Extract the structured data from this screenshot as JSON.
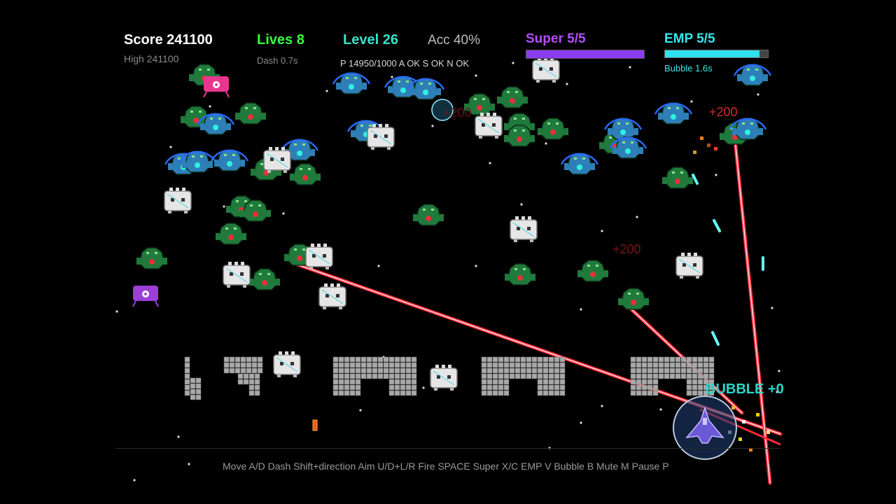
{
  "hud": {
    "score": "Score 241100",
    "high": "High 241100",
    "lives": "Lives 8",
    "dash": "Dash 0.7s",
    "level": "Level 26",
    "accuracy": "Acc 40%",
    "power_status": "P 14950/1000   A OK   S OK   N OK",
    "super": "Super 5/5",
    "super_level": 1.0,
    "emp": "EMP 5/5",
    "emp_level": 0.92,
    "bubble": "Bubble 1.6s"
  },
  "popups": {
    "p1": "+200",
    "p2": "+200",
    "p3": "+200"
  },
  "bubble_bonus": "BUBBLE +0",
  "controls": "Move A/D   Dash Shift+direction   Aim U/D+L/R   Fire SPACE   Super X/C   EMP V   Bubble B   Mute M   Pause P",
  "colors": {
    "alien_green": "#1f7a3c",
    "alien_shielded": "#2e7fb8",
    "shield_arc": "#2a6cff",
    "robot_white": "#e6e6e6",
    "laser": "#ff2a3a",
    "bunker": "#a7a7a7",
    "pink_ufo": "#e8368f",
    "purple_ufo": "#9b3fd6"
  }
}
